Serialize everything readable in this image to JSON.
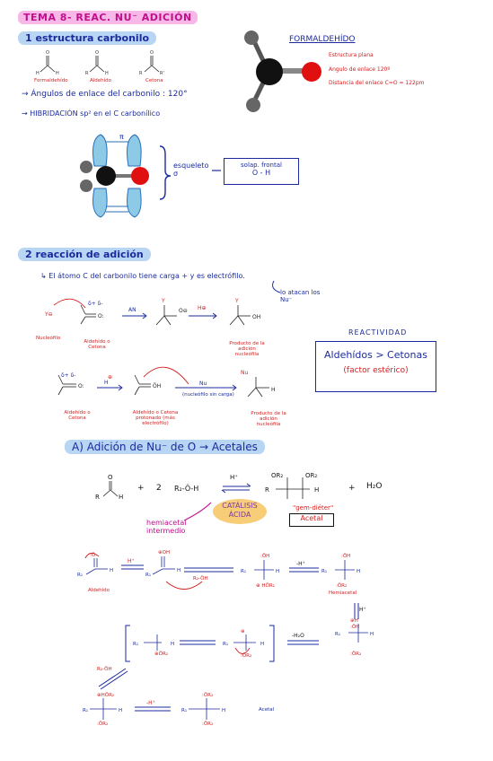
{
  "header": {
    "title": "TEMA 8- REAC. NU⁻ ADICIÓN"
  },
  "section1": {
    "heading": "1 estructura carbonilo",
    "labels": [
      "Formaldehído",
      "Aldehído",
      "Cetona"
    ],
    "note_angles": "→ Ángulos de enlace del carbonilo : 120°",
    "note_hybrid": "→ HIBRIDACIÓN sp² en el C carbonílico",
    "orbital_label": "π",
    "skeleton_label": "esqueleto σ",
    "overlap_box": {
      "line1": "solap. frontal",
      "line2": "O - H"
    }
  },
  "formaldehyde": {
    "heading": "FORMALDEHÍDO",
    "facts": [
      "Estructura plana",
      "Angulo de enlace 120º",
      "Distancia del enlace C=O = 122pm"
    ]
  },
  "section2": {
    "heading": "2 reacción de adición",
    "statement": "↳ El átomo C del carbonilo tiene carga + y es electrófilo.",
    "annotation": "lo atacan los Nu⁻",
    "scheme1": {
      "nucleophile": "Nucleófilo",
      "substrate": "Aldehído o Cetona",
      "arrow1": "AN",
      "arrow2": "H⊕",
      "product": "Producto de la adición nucleófila"
    },
    "scheme2": {
      "substrate": "Aldehído o Cetona",
      "arrow1": "H",
      "protonated": "Aldehído o Cetona protonado (más electrófilo)",
      "arrow2_top": "Nu",
      "arrow2_bottom": "(nucleófilo sin carga)",
      "product": "Producto de la adición nucleófila"
    },
    "reactivity": {
      "title": "REACTIVIDAD",
      "comparison": "Aldehídos > Cetonas",
      "reason": "(factor estérico)"
    }
  },
  "sectionA": {
    "heading": "A) Adición de Nu⁻ de O → Acetales",
    "reaction": {
      "coef": "2",
      "reagent": "R₂-Ö-H",
      "catalyst": "H⁺",
      "plus": "+",
      "water": "H₂O"
    },
    "catalysis_bubble": "CATÁLISIS ÁCIDA",
    "hemiacetal_note": "hemiacetal intermedio",
    "gem_note": "\"gem-diéter\"",
    "acetal_box": "Acetal",
    "mechanism": {
      "aldehyde_label": "Aldehído",
      "hemiacetal_label": "Hemiacetal",
      "acetal_label": "Acetal",
      "steps": [
        "H⁺",
        "-H⁺",
        "H⁺",
        "-H₂O",
        "-H⁺"
      ]
    }
  }
}
